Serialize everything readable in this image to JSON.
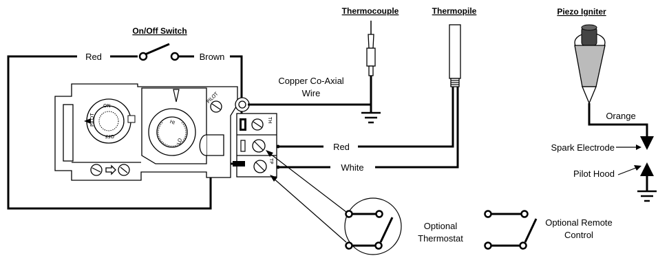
{
  "headers": {
    "on_off_switch": "On/Off Switch",
    "thermocouple": "Thermocouple",
    "thermopile": "Thermopile",
    "piezo_igniter": "Piezo Igniter"
  },
  "wires": {
    "red_top": "Red",
    "brown": "Brown",
    "copper_line1": "Copper Co-Axial",
    "copper_line2": "Wire",
    "red_mid": "Red",
    "white": "White",
    "orange": "Orange"
  },
  "electrode": {
    "spark": "Spark Electrode",
    "pilot_hood": "Pilot Hood"
  },
  "thermostat": {
    "line1": "Optional",
    "line2": "Thermostat"
  },
  "remote": {
    "line1": "Optional Remote",
    "line2": "Control"
  },
  "valve_marks": {
    "pilot": "PILOT",
    "on": "ON",
    "off": "OFF",
    "hi": "HI",
    "lo": "LO",
    "th": "TH",
    "tp": "TP"
  }
}
